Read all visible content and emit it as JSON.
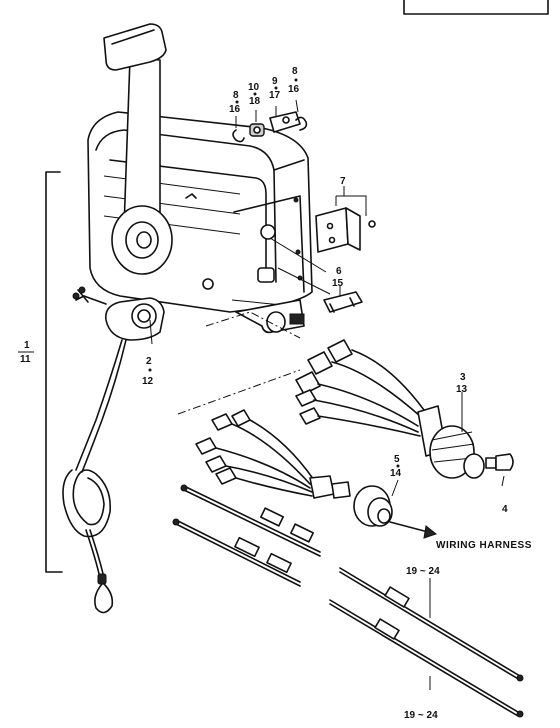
{
  "callouts": {
    "c1": "1",
    "c11": "11",
    "c2": "2",
    "c12": "12",
    "c3": "3",
    "c13": "13",
    "c4": "4",
    "c5": "5",
    "c14": "14",
    "c6": "6",
    "c15": "15",
    "c7": "7",
    "c8a": "8",
    "c16a": "16",
    "c8b": "8",
    "c16b": "16",
    "c9": "9",
    "c17": "17",
    "c10": "10",
    "c18": "18",
    "c19a": "19 ~ 24",
    "c19b": "19 ~ 24"
  },
  "annotations": {
    "wiring_harness": "WIRING HARNESS"
  }
}
